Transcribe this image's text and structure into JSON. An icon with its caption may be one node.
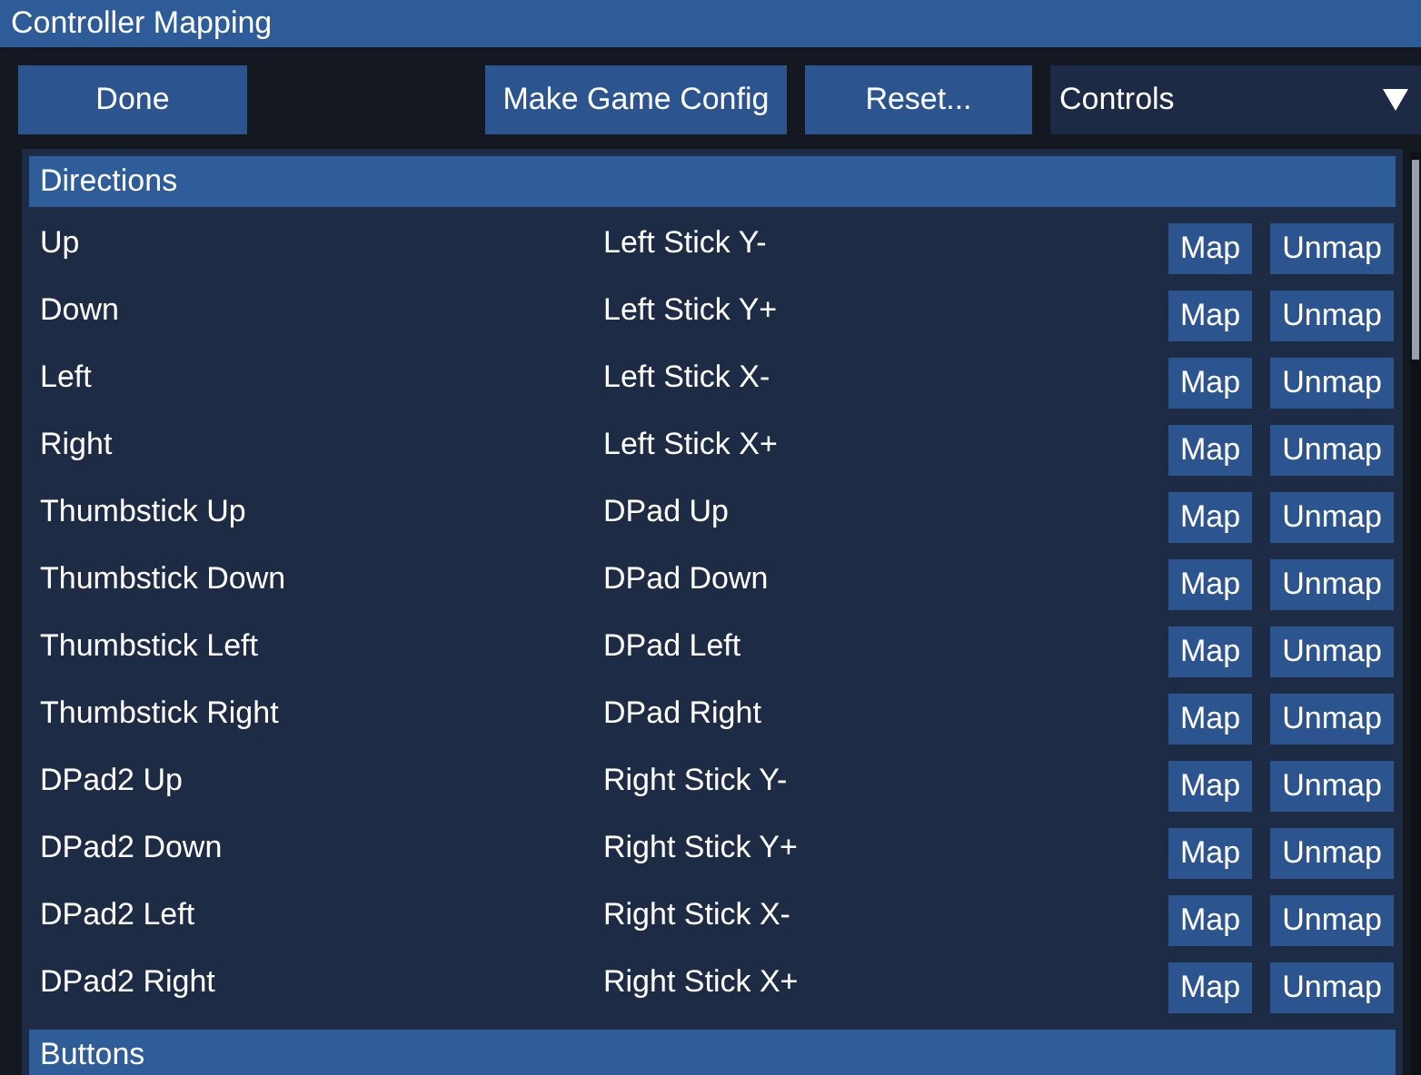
{
  "diagram": {
    "title": "Controller Mapping",
    "labels": [
      "Done",
      "Make Game Config",
      "Reset...",
      "Controls",
      "Directions",
      "Up",
      "Left Stick Y-",
      "Map",
      "Unmap",
      "Down",
      "Left Stick Y+",
      "Map",
      "Unmap",
      "Left",
      "Left Stick X-",
      "Map",
      "Unmap",
      "Right",
      "Left Stick X+",
      "Map",
      "Unmap",
      "Thumbstick Up",
      "DPad Up",
      "Map",
      "Unmap",
      "Thumbstick Down",
      "DPad Down",
      "Map",
      "Unmap",
      "Thumbstick Left",
      "DPad Left",
      "Map",
      "Unmap",
      "Thumbstick Right",
      "DPad Right",
      "Map",
      "Unmap",
      "DPad2 Up",
      "Right Stick Y-",
      "Map",
      "Unmap",
      "DPad2 Down",
      "Right Stick Y+",
      "Map",
      "Unmap",
      "DPad2 Left",
      "Right Stick X-",
      "Map",
      "Unmap",
      "DPad2 Right",
      "Right Stick X+",
      "Map",
      "Unmap",
      "Buttons"
    ]
  }
}
